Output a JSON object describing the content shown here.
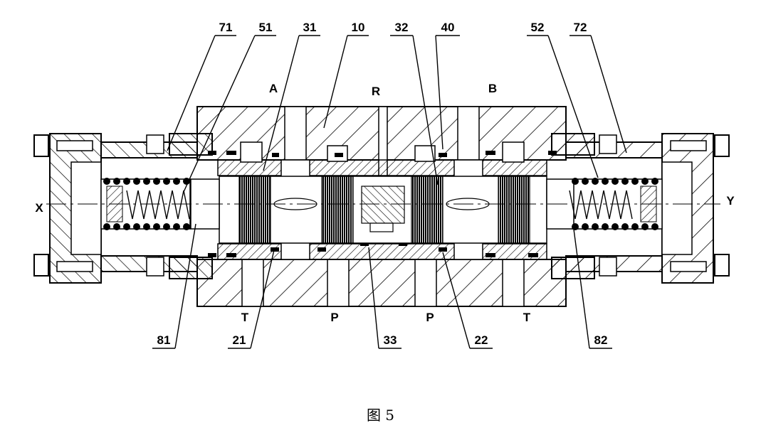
{
  "diagram": {
    "part_numbers": {
      "n71": "71",
      "n51": "51",
      "n31": "31",
      "n10": "10",
      "n32": "32",
      "n40": "40",
      "n52": "52",
      "n72": "72",
      "n81": "81",
      "n21": "21",
      "n33": "33",
      "n22": "22",
      "n82": "82"
    },
    "port_labels": {
      "A": "A",
      "R": "R",
      "B": "B",
      "X": "X",
      "Y": "Y",
      "T_left": "T",
      "P_left": "P",
      "P_right": "P",
      "T_right": "T"
    },
    "caption": "图 5"
  }
}
